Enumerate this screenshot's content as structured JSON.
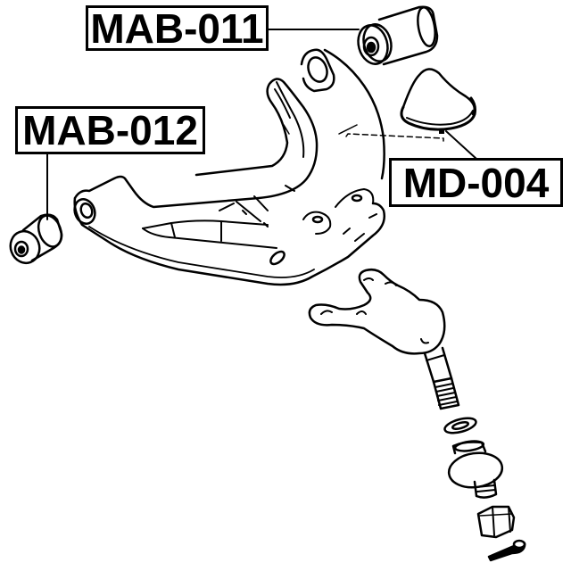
{
  "diagram": {
    "type": "exploded-parts-diagram",
    "subject": "upper control arm with bushings, ball joint boot and ball joint",
    "labels": [
      {
        "id": "mab011",
        "text": "MAB-011",
        "points_to": "bushing-rear-upper"
      },
      {
        "id": "mab012",
        "text": "MAB-012",
        "points_to": "bushing-front-left"
      },
      {
        "id": "md004",
        "text": "MD-004",
        "points_to": "ball-joint-dust-boot"
      }
    ],
    "parts": [
      "control-arm",
      "bushing-rear-upper",
      "bushing-front-left",
      "ball-joint-dust-boot",
      "ball-joint",
      "washer",
      "knuckle-bushing",
      "castle-nut",
      "cotter-pin"
    ],
    "colors": {
      "line": "#000000",
      "background": "#ffffff"
    }
  }
}
